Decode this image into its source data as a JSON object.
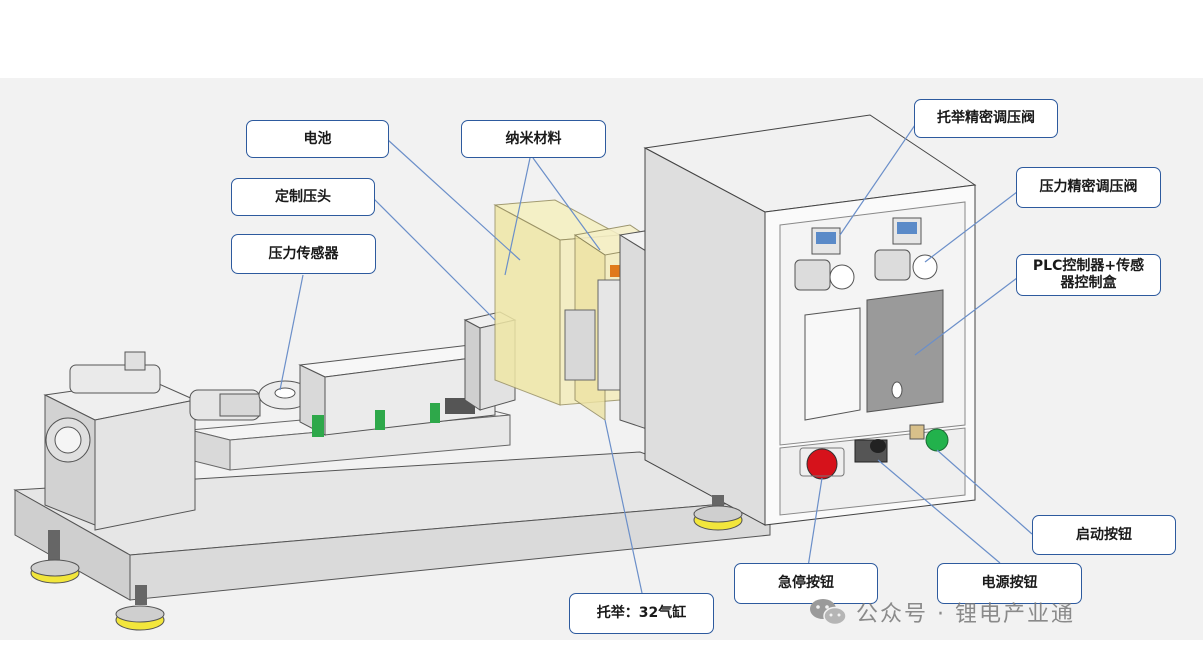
{
  "labels": {
    "battery": "电池",
    "nano_material": "纳米材料",
    "custom_head": "定制压头",
    "pressure_sensor": "压力传感器",
    "lift_valve": "托举精密调压阀",
    "pressure_valve": "压力精密调压阀",
    "plc_box": "PLC控制器+传感器控制盒",
    "start_button": "启动按钮",
    "estop_button": "急停按钮",
    "power_button": "电源按钮",
    "lift_cylinder": "托举：32气缸"
  },
  "watermark": "公众号 · 锂电产业通",
  "colors": {
    "callout_border": "#2d5a9e",
    "leader_line": "#6b8fc9",
    "battery_fill": "#f2ebb0",
    "estop_red": "#d6121b",
    "start_green": "#22b24c",
    "foot_yellow": "#f2e63c"
  }
}
